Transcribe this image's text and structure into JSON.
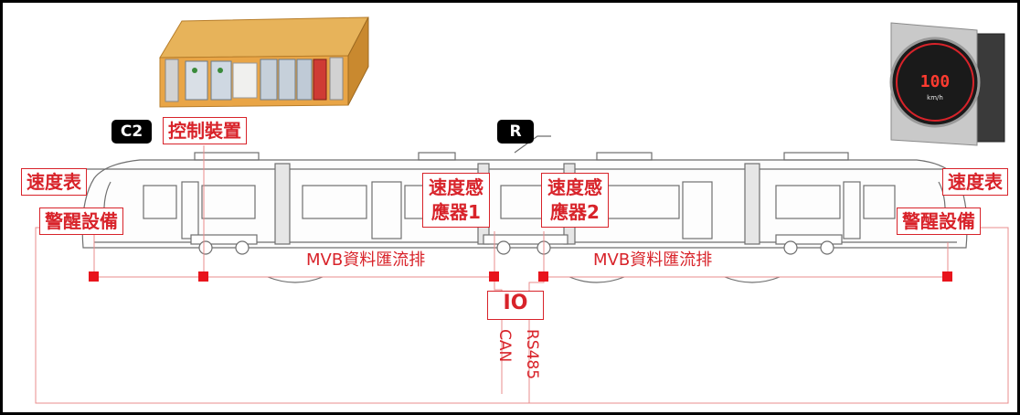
{
  "tags": {
    "car_c2": "C2",
    "car_r": "R"
  },
  "labels": {
    "control_device": "控制裝置",
    "speedometer_left": "速度表",
    "speedometer_right": "速度表",
    "alert_left": "警醒設備",
    "alert_right": "警醒設備",
    "sensor1_line1": "速度感",
    "sensor1_line2": "應器1",
    "sensor2_line1": "速度感",
    "sensor2_line2": "應器2"
  },
  "bus": {
    "left": "MVB資料匯流排",
    "right": "MVB資料匯流排"
  },
  "io": {
    "label": "IO",
    "can": "CAN",
    "rs485": "RS485"
  },
  "speedometer_display": {
    "value": "100",
    "unit": "km/h"
  },
  "colors": {
    "accent": "#d8232a",
    "line": "#ea8c8c",
    "tram_outline": "#6f6f6f",
    "tag_bg": "#000000"
  }
}
